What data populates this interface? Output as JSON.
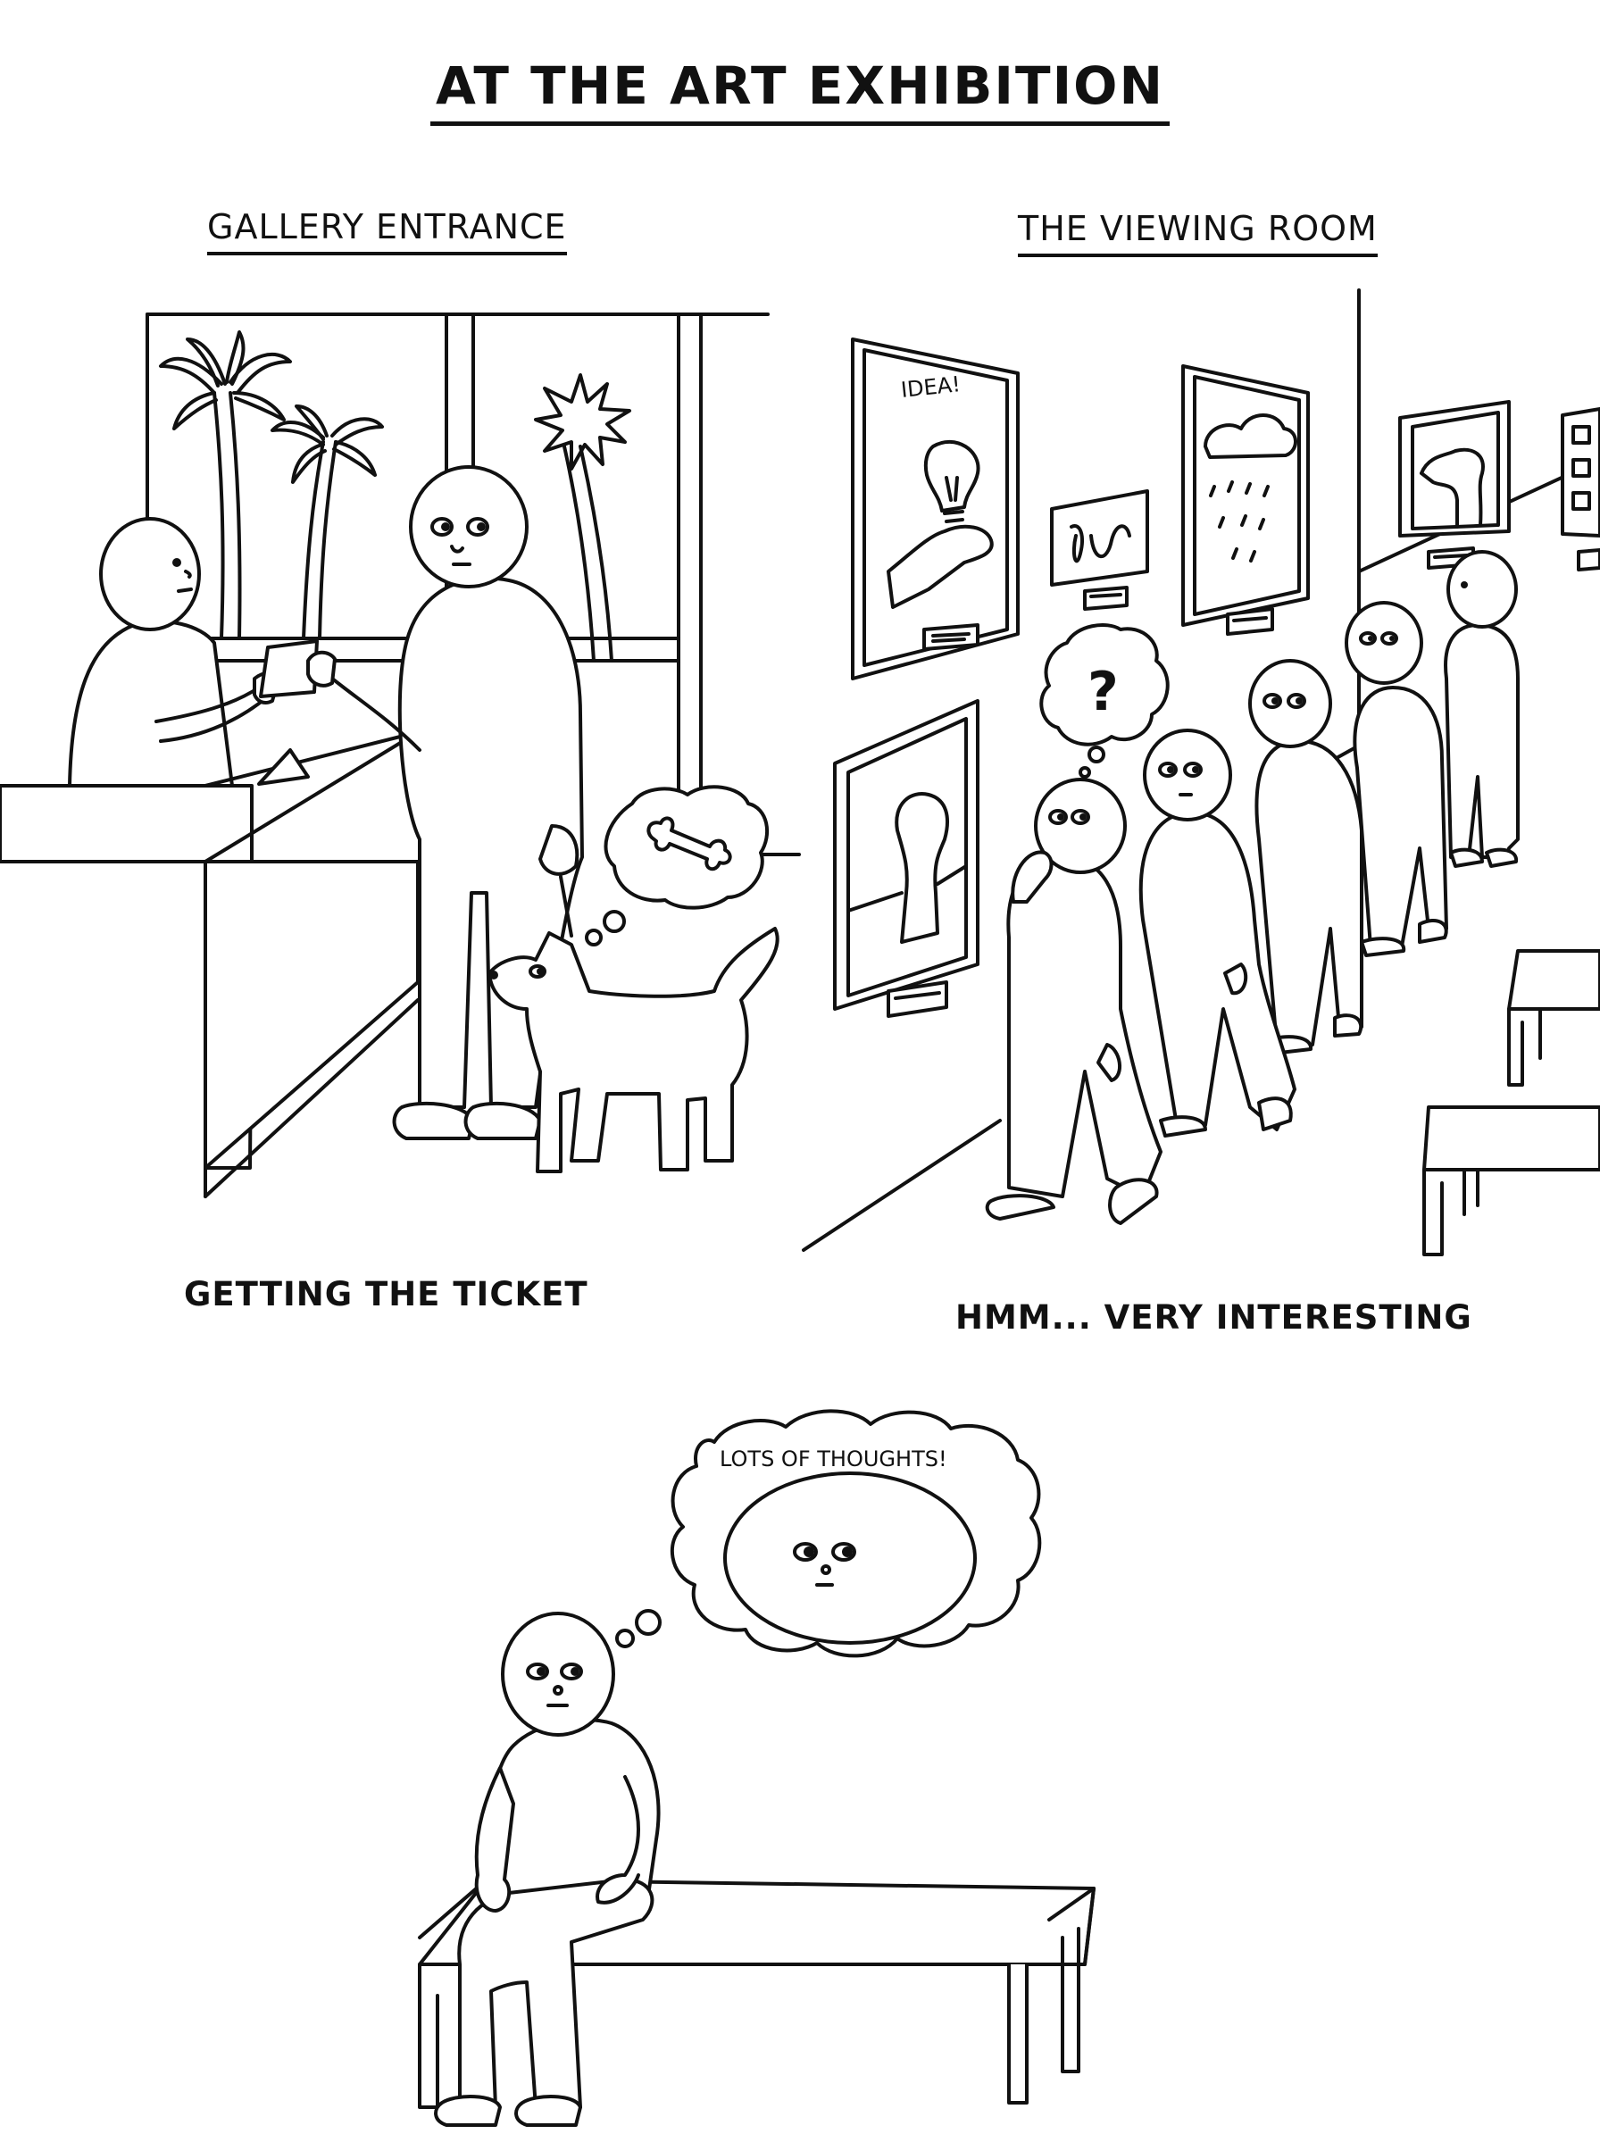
{
  "title": "AT THE ART EXHIBITION",
  "panels": {
    "entrance": {
      "heading": "GALLERY ENTRANCE",
      "caption": "GETTING THE TICKET"
    },
    "viewing": {
      "heading": "THE VIEWING ROOM",
      "caption": "HMM... VERY INTERESTING"
    },
    "bench": {
      "bubble_text": "LOTS OF THOUGHTS!"
    }
  },
  "artworks": {
    "idea_poster_text": "IDEA!",
    "question_mark": "?"
  }
}
